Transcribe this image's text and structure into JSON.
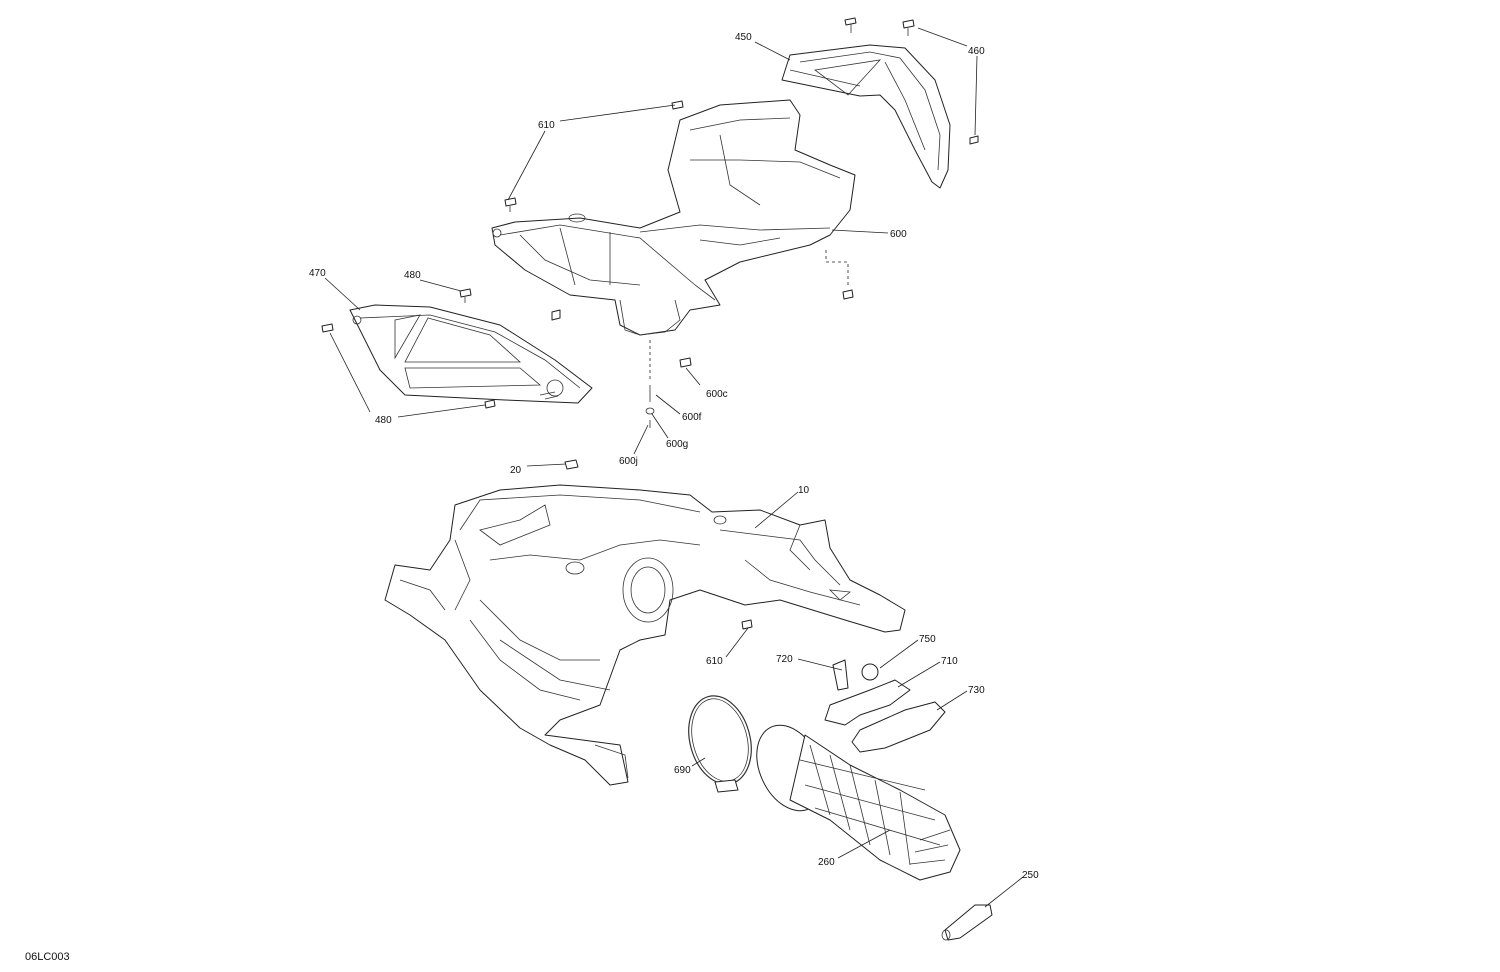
{
  "diagram": {
    "code": "06LC003",
    "callouts": {
      "c450": "450",
      "c460": "460",
      "c610_top": "610",
      "c600": "600",
      "c470": "470",
      "c480_top": "480",
      "c480_bottom": "480",
      "c600c": "600c",
      "c600f": "600f",
      "c600g": "600g",
      "c600j": "600j",
      "c20": "20",
      "c10": "10",
      "c610_bottom": "610",
      "c720": "720",
      "c750": "750",
      "c710": "710",
      "c730": "730",
      "c690": "690",
      "c260": "260",
      "c250": "250"
    }
  }
}
